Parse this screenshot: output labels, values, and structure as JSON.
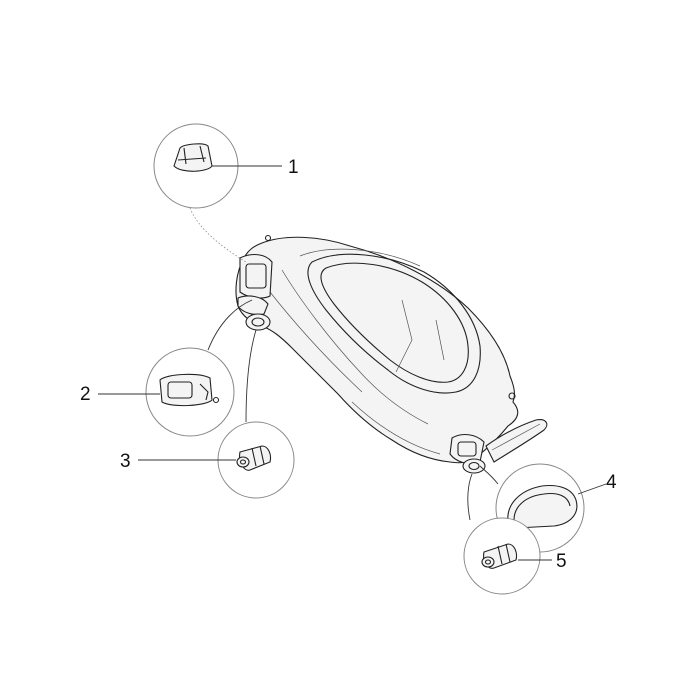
{
  "callouts": [
    {
      "id": "1",
      "label": "1",
      "part": "switch-button"
    },
    {
      "id": "2",
      "label": "2",
      "part": "switch-frame"
    },
    {
      "id": "3",
      "label": "3",
      "part": "switch-knob"
    },
    {
      "id": "4",
      "label": "4",
      "part": "cover-plug"
    },
    {
      "id": "5",
      "label": "5",
      "part": "switch-knob"
    }
  ],
  "colors": {
    "line": "#222222",
    "bubble_outline": "#888888",
    "part_fill": "#f4f4f4",
    "background": "#ffffff"
  }
}
